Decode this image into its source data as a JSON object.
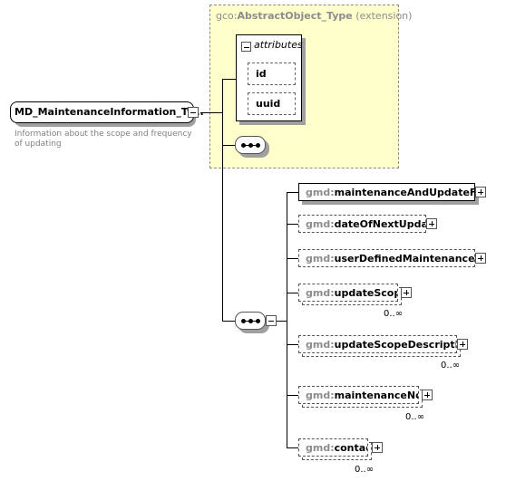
{
  "extension": {
    "namespace": "gco:",
    "type_name": "AbstractObject_Type",
    "kind": "(extension)"
  },
  "attributes": {
    "header": "attributes",
    "items": [
      "id",
      "uuid"
    ]
  },
  "root": {
    "label": "MD_MaintenanceInformation_Ty...",
    "description": "Information about the scope and frequency of updating"
  },
  "children": [
    {
      "ns": "gmd:",
      "name": "maintenanceAndUpdateFr...",
      "cardinality": ""
    },
    {
      "ns": "gmd:",
      "name": "dateOfNextUpdate",
      "cardinality": ""
    },
    {
      "ns": "gmd:",
      "name": "userDefinedMaintenanceF...",
      "cardinality": ""
    },
    {
      "ns": "gmd:",
      "name": "updateScope",
      "cardinality": "0..∞"
    },
    {
      "ns": "gmd:",
      "name": "updateScopeDescription",
      "cardinality": "0..∞"
    },
    {
      "ns": "gmd:",
      "name": "maintenanceNote",
      "cardinality": "0..∞"
    },
    {
      "ns": "gmd:",
      "name": "contact",
      "cardinality": "0..∞"
    }
  ]
}
